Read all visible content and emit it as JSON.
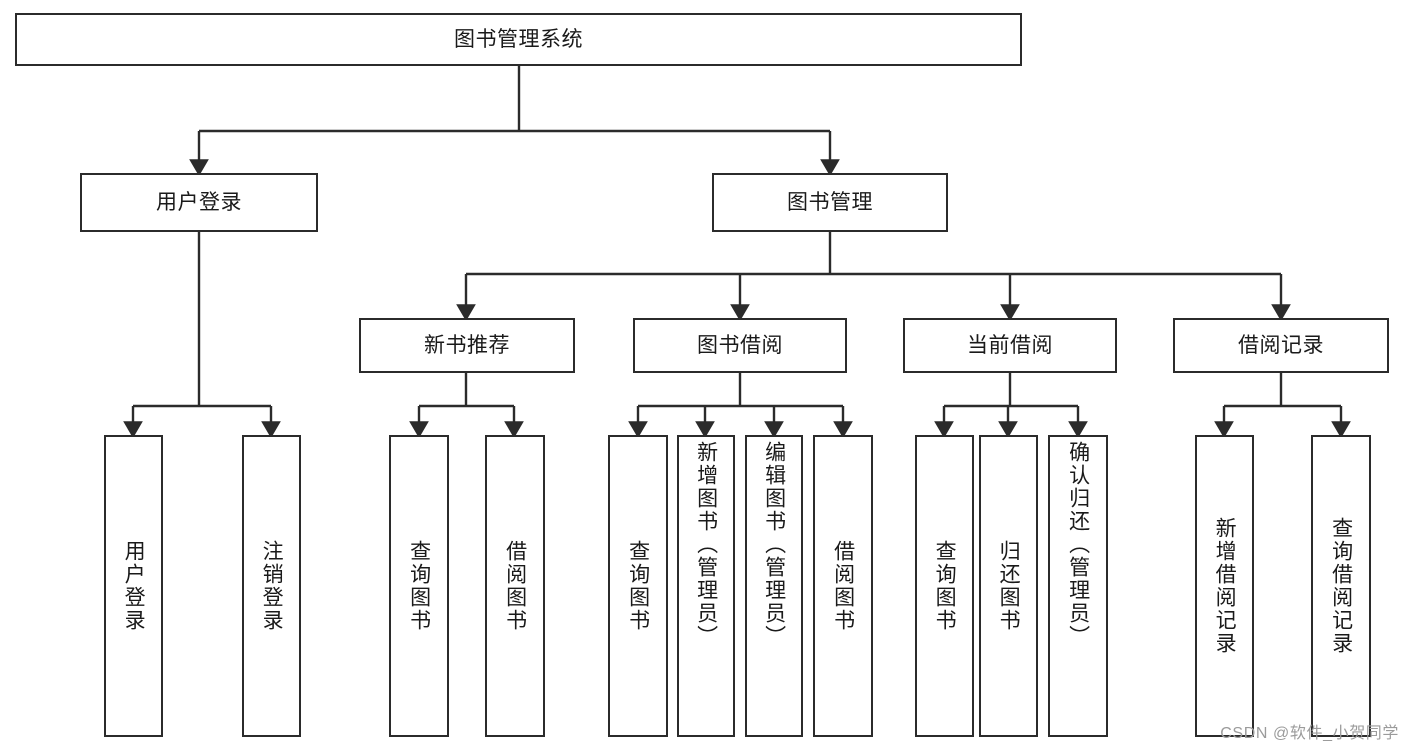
{
  "diagram": {
    "type": "tree",
    "title": "图书管理系统",
    "watermark": "CSDN @软件_小贺同学",
    "colors": {
      "box_border": "#2b2b2b",
      "box_fill": "#ffffff",
      "connector": "#2b2b2b",
      "text": "#1a1a1a",
      "watermark": "#9b9b9b",
      "background": "#ffffff"
    },
    "levels": [
      {
        "level": 1,
        "nodes": [
          {
            "id": "root",
            "label": "图书管理系统",
            "orientation": "horizontal"
          }
        ]
      },
      {
        "level": 2,
        "nodes": [
          {
            "id": "login",
            "label": "用户登录",
            "orientation": "horizontal",
            "parent": "root"
          },
          {
            "id": "bookmgmt",
            "label": "图书管理",
            "orientation": "horizontal",
            "parent": "root"
          }
        ]
      },
      {
        "level": 3,
        "nodes": [
          {
            "id": "newbook",
            "label": "新书推荐",
            "orientation": "horizontal",
            "parent": "bookmgmt"
          },
          {
            "id": "borrow",
            "label": "图书借阅",
            "orientation": "horizontal",
            "parent": "bookmgmt"
          },
          {
            "id": "current",
            "label": "当前借阅",
            "orientation": "horizontal",
            "parent": "bookmgmt"
          },
          {
            "id": "records",
            "label": "借阅记录",
            "orientation": "horizontal",
            "parent": "bookmgmt"
          }
        ]
      },
      {
        "level": 4,
        "nodes": [
          {
            "id": "leaf1",
            "label": "用户登录",
            "orientation": "vertical",
            "parent": "login"
          },
          {
            "id": "leaf2",
            "label": "注销登录",
            "orientation": "vertical",
            "parent": "login"
          },
          {
            "id": "leaf3",
            "label": "查询图书",
            "orientation": "vertical",
            "parent": "newbook"
          },
          {
            "id": "leaf4",
            "label": "借阅图书",
            "orientation": "vertical",
            "parent": "newbook"
          },
          {
            "id": "leaf5",
            "label": "查询图书",
            "orientation": "vertical",
            "parent": "borrow"
          },
          {
            "id": "leaf6",
            "label": "新增图书（管理员）",
            "orientation": "vertical",
            "parent": "borrow"
          },
          {
            "id": "leaf7",
            "label": "编辑图书（管理员）",
            "orientation": "vertical",
            "parent": "borrow"
          },
          {
            "id": "leaf8",
            "label": "借阅图书",
            "orientation": "vertical",
            "parent": "borrow"
          },
          {
            "id": "leaf9",
            "label": "查询图书",
            "orientation": "vertical",
            "parent": "current"
          },
          {
            "id": "leaf10",
            "label": "归还图书",
            "orientation": "vertical",
            "parent": "current"
          },
          {
            "id": "leaf11",
            "label": "确认归还（管理员）",
            "orientation": "vertical",
            "parent": "current"
          },
          {
            "id": "leaf12",
            "label": "新增借阅记录",
            "orientation": "vertical",
            "parent": "records"
          },
          {
            "id": "leaf13",
            "label": "查询借阅记录",
            "orientation": "vertical",
            "parent": "records"
          }
        ]
      }
    ]
  }
}
